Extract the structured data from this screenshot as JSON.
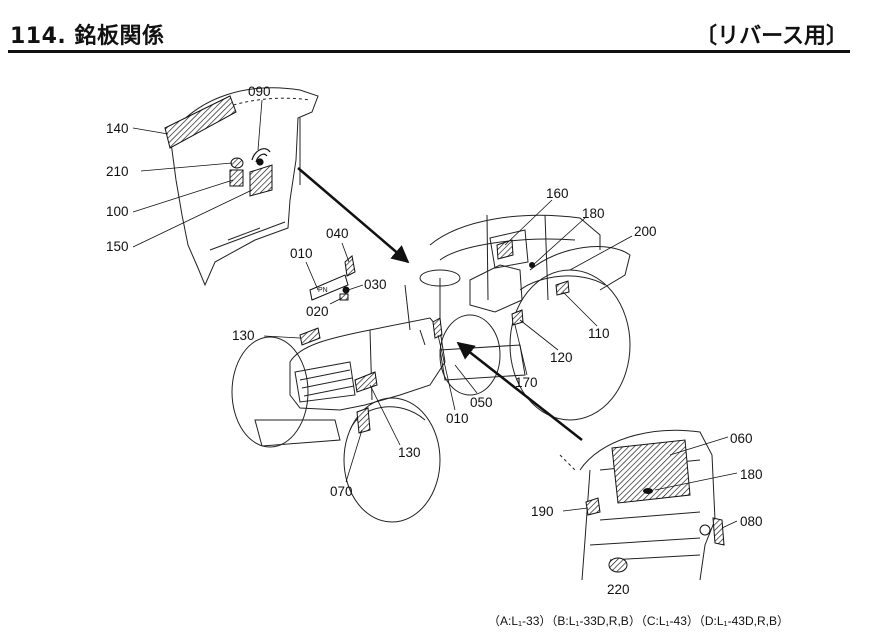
{
  "header": {
    "title": "114. 銘板関係",
    "subtitle": "〔リバース用〕"
  },
  "callouts": {
    "c140": "140",
    "c090": "090",
    "c210": "210",
    "c100": "100",
    "c150": "150",
    "c040": "040",
    "c010a": "010",
    "c030": "030",
    "c020": "020",
    "c130a": "130",
    "c010b": "010",
    "c050": "050",
    "c130b": "130",
    "c070": "070",
    "c160": "160",
    "c180a": "180",
    "c200": "200",
    "c110": "110",
    "c120": "120",
    "c170": "170",
    "c060": "060",
    "c180b": "180",
    "c190": "190",
    "c080": "080",
    "c220": "220"
  },
  "footnote": "（A:L₁-33）（B:L₁-33D,R,B）（C:L₁-43）（D:L₁-43D,R,B）"
}
